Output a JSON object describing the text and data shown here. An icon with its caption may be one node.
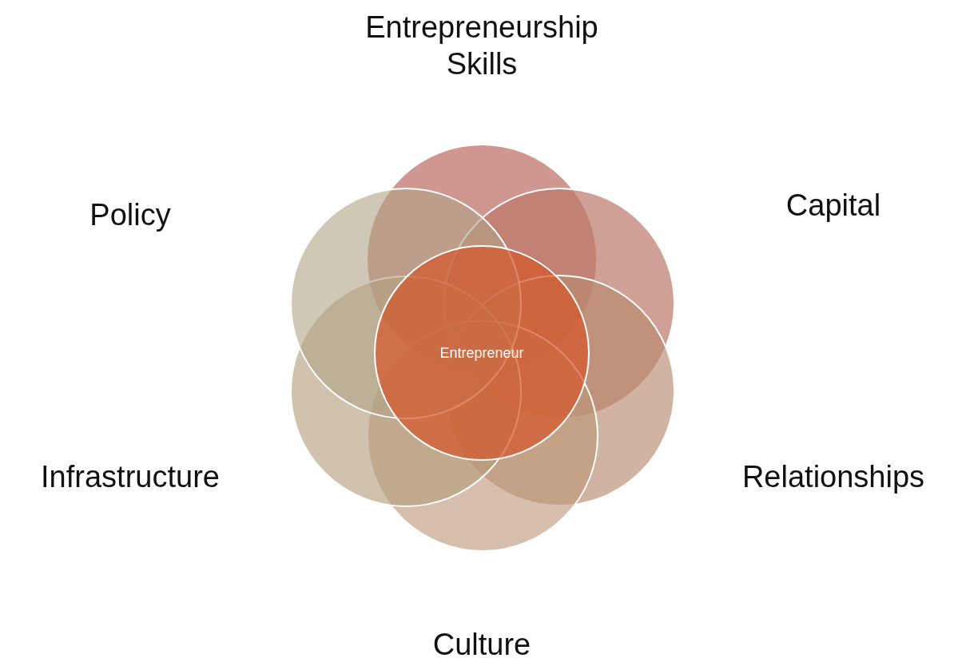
{
  "diagram": {
    "nodes": [
      {
        "text": [
          "Entrepreneurship Skills"
        ]
      },
      {
        "text": [
          "Capital"
        ]
      },
      {
        "text": [
          "Relationships"
        ]
      },
      {
        "text": [
          "Culture"
        ]
      },
      {
        "text": [
          "Infrastructure"
        ]
      },
      {
        "text": [
          "Policy"
        ]
      },
      {
        "text": [
          "Entrepreneur"
        ]
      }
    ]
  }
}
